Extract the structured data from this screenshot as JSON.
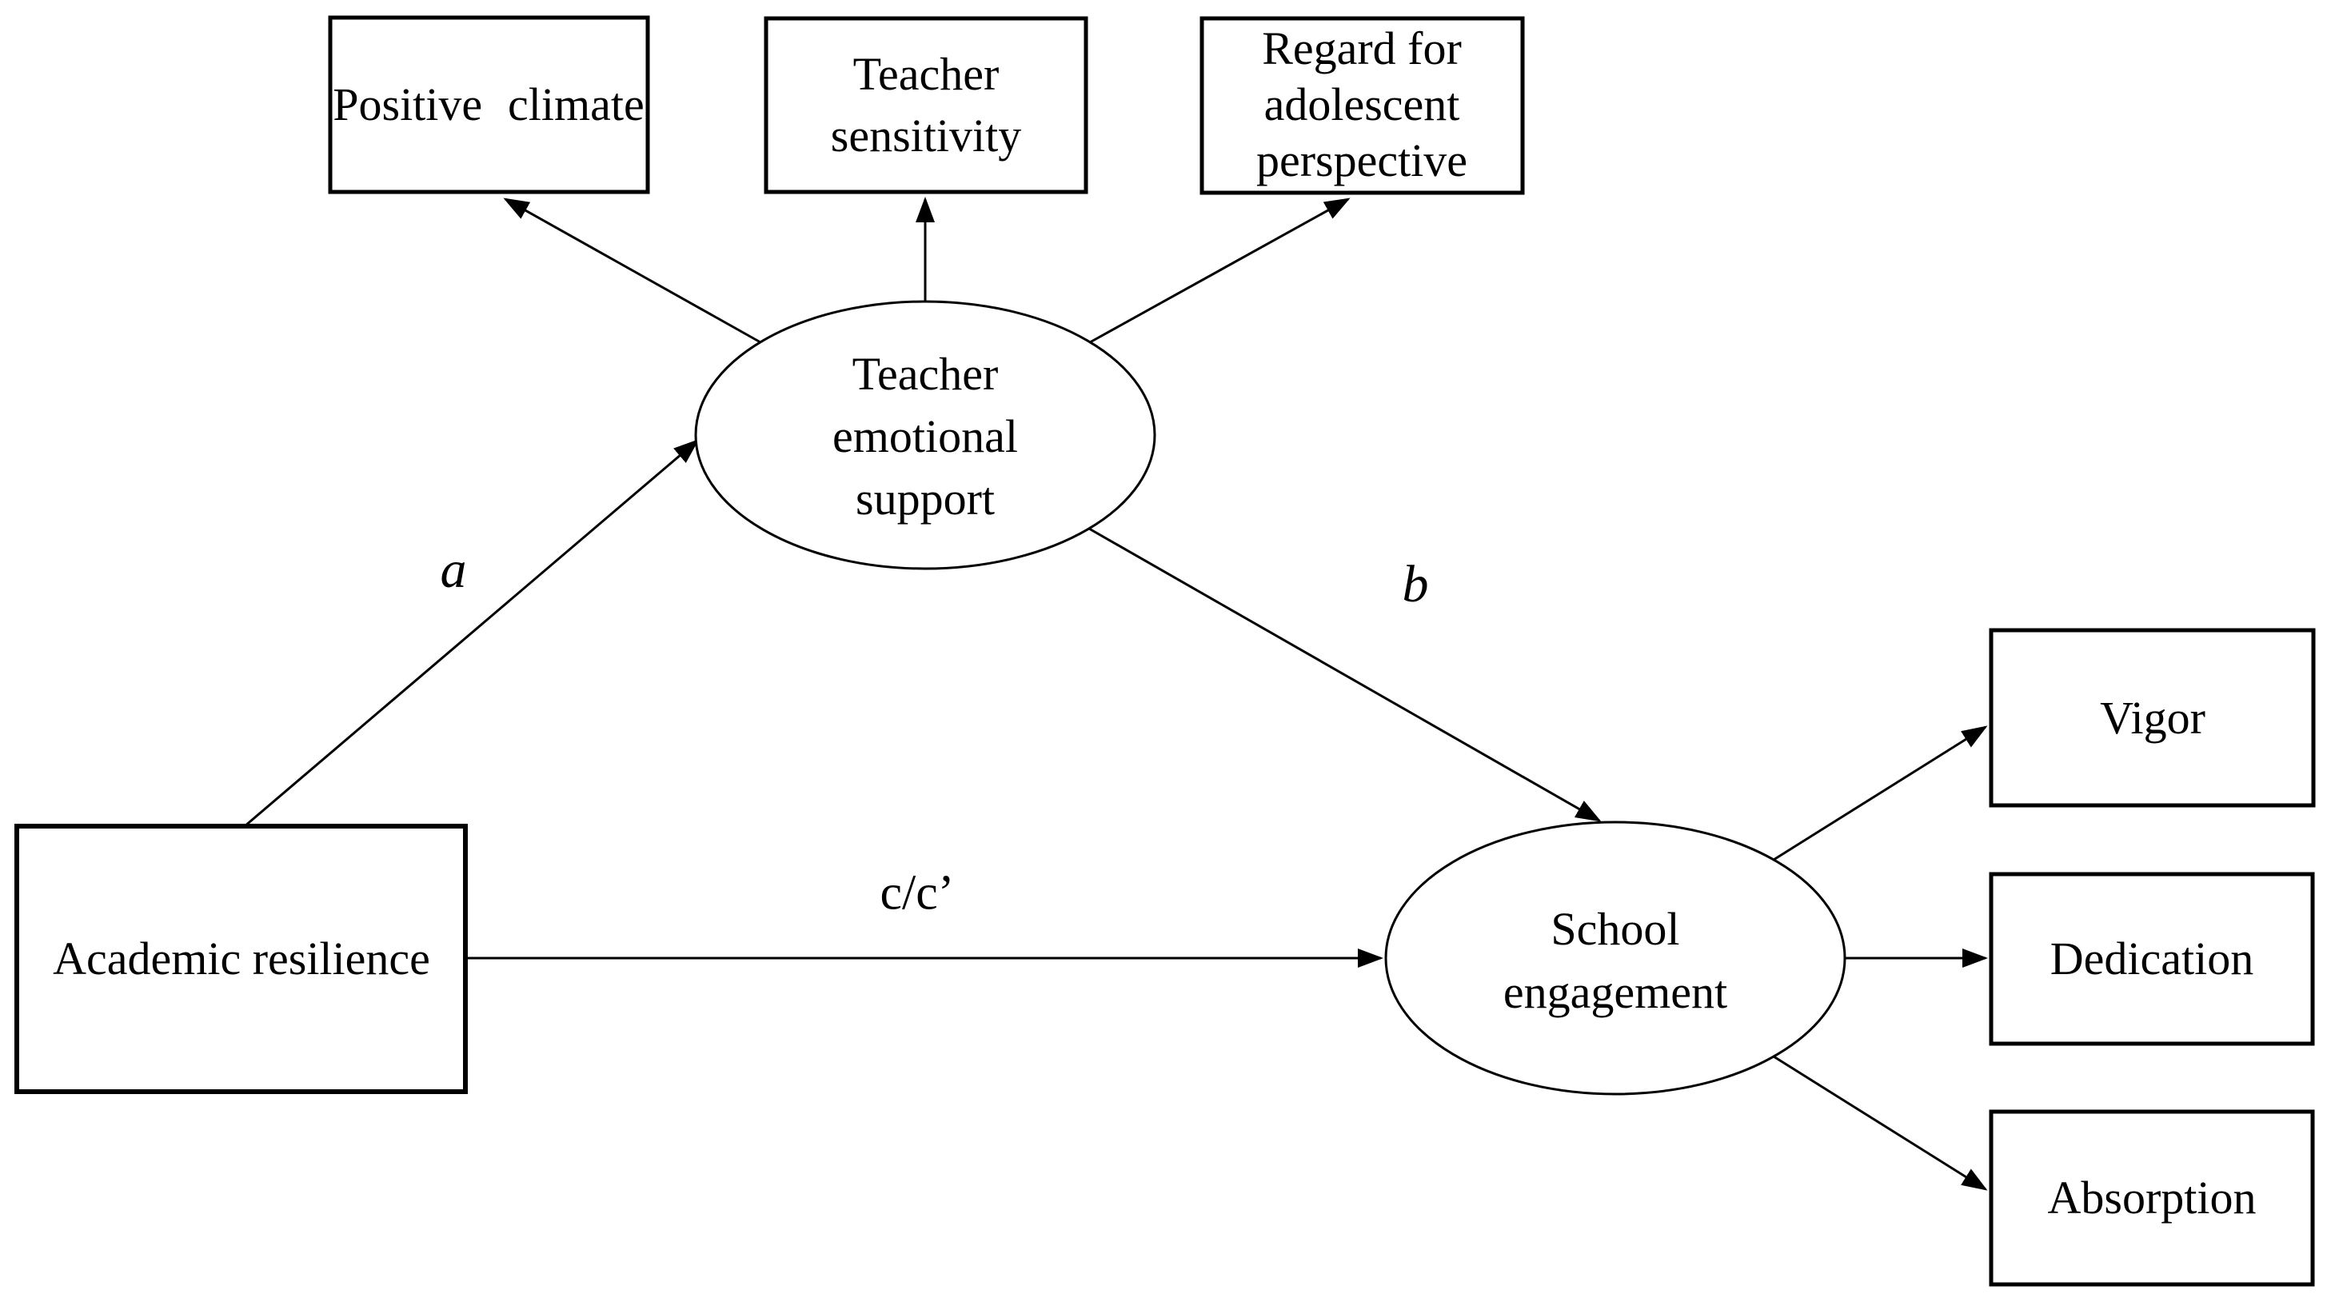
{
  "figure": {
    "background_color": "#ffffff",
    "line_color": "#000000",
    "text_color": "#000000",
    "nodes": {
      "positive_climate": {
        "label": "Positive climate",
        "shape": "rectangle"
      },
      "teacher_sensitivity": {
        "label": "Teacher sensitivity",
        "shape": "rectangle",
        "lines": [
          "Teacher",
          "sensitivity"
        ]
      },
      "regard_for_adolescent_perspective": {
        "label": "Regard for adolescent perspective",
        "shape": "rectangle",
        "lines": [
          "Regard for",
          "adolescent",
          "perspective"
        ]
      },
      "teacher_emotional_support": {
        "label": "Teacher emotional support",
        "shape": "ellipse",
        "lines": [
          "Teacher",
          "emotional",
          "support"
        ]
      },
      "academic_resilience": {
        "label": "Academic resilience",
        "shape": "rectangle"
      },
      "school_engagement": {
        "label": "School engagement",
        "shape": "ellipse",
        "lines": [
          "School",
          "engagement"
        ]
      },
      "vigor": {
        "label": "Vigor",
        "shape": "rectangle"
      },
      "dedication": {
        "label": "Dedication",
        "shape": "rectangle"
      },
      "absorption": {
        "label": "Absorption",
        "shape": "rectangle"
      }
    },
    "path_labels": {
      "a": "a",
      "b": "b",
      "c": "c/c’"
    },
    "edges": [
      {
        "id": "a",
        "from": "academic_resilience",
        "to": "teacher_emotional_support",
        "label": "a"
      },
      {
        "id": "b",
        "from": "teacher_emotional_support",
        "to": "school_engagement",
        "label": "b"
      },
      {
        "id": "c",
        "from": "academic_resilience",
        "to": "school_engagement",
        "label": "c/c’"
      },
      {
        "from": "teacher_emotional_support",
        "to": "positive_climate"
      },
      {
        "from": "teacher_emotional_support",
        "to": "teacher_sensitivity"
      },
      {
        "from": "teacher_emotional_support",
        "to": "regard_for_adolescent_perspective"
      },
      {
        "from": "school_engagement",
        "to": "vigor"
      },
      {
        "from": "school_engagement",
        "to": "dedication"
      },
      {
        "from": "school_engagement",
        "to": "absorption"
      }
    ]
  }
}
